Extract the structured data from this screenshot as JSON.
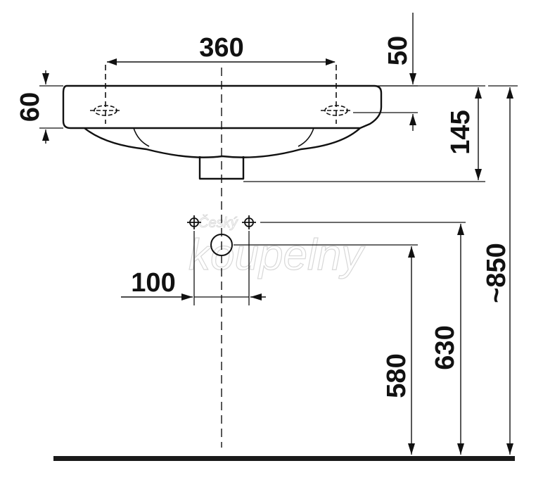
{
  "dimensions": {
    "width_top": "360",
    "overflow_offset": "50",
    "rim_height": "60",
    "basin_depth": "145",
    "overall_height": "~850",
    "supply_height": "630",
    "drain_height": "580",
    "supply_spacing": "100"
  },
  "watermark": {
    "line1": "Český",
    "line2": "koupelny"
  },
  "colors": {
    "line": "#111111",
    "floor": "#1a1a1a",
    "watermark": "#d8d8d8"
  }
}
